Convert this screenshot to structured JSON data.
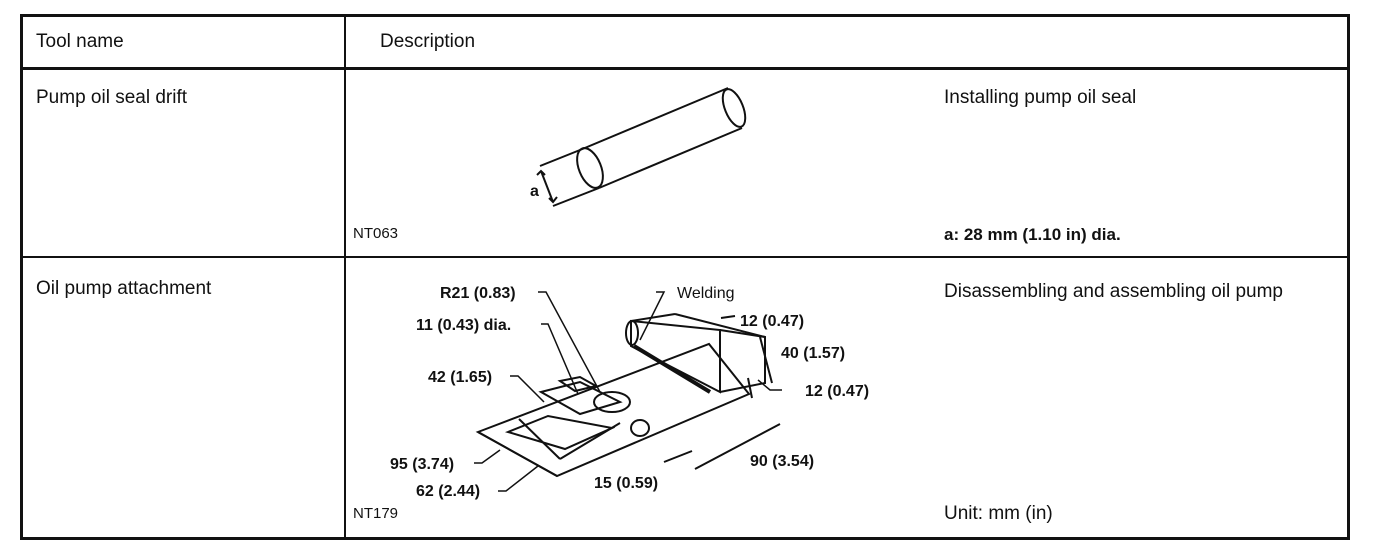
{
  "header": {
    "tool_name": "Tool name",
    "description": "Description"
  },
  "rows": [
    {
      "tool_name": "Pump oil seal drift",
      "figure_code": "NT063",
      "figure_label": "a",
      "use": "Installing pump oil seal",
      "spec": "a: 28 mm (1.10 in) dia."
    },
    {
      "tool_name": "Oil pump attachment",
      "figure_code": "NT179",
      "use": "Disassembling and assembling oil pump",
      "unit": "Unit: mm (in)",
      "labels": {
        "r21": "R21 (0.83)",
        "welding": "Welding",
        "d11": "11 (0.43) dia.",
        "d12_top": "12 (0.47)",
        "d40": "40 (1.57)",
        "d42": "42 (1.65)",
        "d12_side": "12 (0.47)",
        "d95": "95 (3.74)",
        "d90": "90 (3.54)",
        "d62": "62 (2.44)",
        "d15": "15 (0.59)"
      }
    }
  ]
}
